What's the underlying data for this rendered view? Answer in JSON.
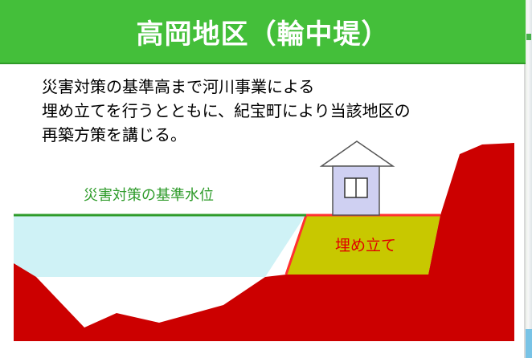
{
  "title": "高岡地区（輪中堤）",
  "description": {
    "lines": [
      "災害対策の基準高まで河川事業による",
      "埋め立てを行うとともに、紀宝町により当該地区の",
      "再築方策を講じる。"
    ]
  },
  "diagram": {
    "water_level_label": "災害対策の基準水位",
    "landfill_label": "埋め立て"
  },
  "colors": {
    "title_bar": "#44bf3a",
    "water": "#cff2f6",
    "ground": "#cc0000",
    "landfill": "#c8c800",
    "water_level_line": "#2e9b2a",
    "landfill_outline": "#ff3030",
    "house_fill": "#cfd0f2",
    "house_outline": "#555555",
    "water_label": "#2e9b2a",
    "landfill_label": "#e00000"
  }
}
